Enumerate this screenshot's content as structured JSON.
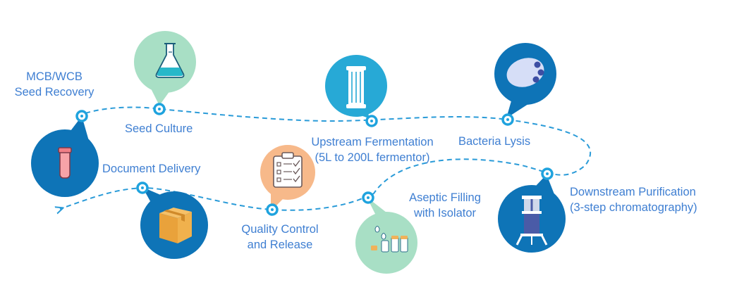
{
  "colors": {
    "path": "#2a9bd8",
    "label": "#3f7fd2",
    "blue_dark": "#0e74b7",
    "blue_mid": "#27a9d6",
    "blue_light": "#4fc3e4",
    "mint": "#a8dfc5",
    "peach": "#f7b98a",
    "dot_ring": "#1fa3de"
  },
  "steps": [
    {
      "id": "mcb",
      "lines": [
        "MCB/WCB",
        "Seed Recovery"
      ],
      "icon": "test-tube-icon",
      "bubble_color": "blue_dark"
    },
    {
      "id": "seed",
      "lines": [
        "Seed Culture"
      ],
      "icon": "flask-icon",
      "bubble_color": "mint"
    },
    {
      "id": "upstream",
      "lines": [
        "Upstream Fermentation",
        "(5L to 200L fermentor)"
      ],
      "icon": "fermentor-icon",
      "bubble_color": "blue_mid"
    },
    {
      "id": "lysis",
      "lines": [
        "Bacteria Lysis"
      ],
      "icon": "bacteria-cell-icon",
      "bubble_color": "blue_dark"
    },
    {
      "id": "downstream",
      "lines": [
        "Downstream Purification",
        "(3-step chromatography)"
      ],
      "icon": "chromatography-column-icon",
      "bubble_color": "blue_dark"
    },
    {
      "id": "aseptic",
      "lines": [
        "Aseptic Filling",
        "with Isolator"
      ],
      "icon": "vials-icon",
      "bubble_color": "mint"
    },
    {
      "id": "qc",
      "lines": [
        "Quality Control",
        "and Release"
      ],
      "icon": "checklist-icon",
      "bubble_color": "peach"
    },
    {
      "id": "delivery",
      "lines": [
        "Document Delivery"
      ],
      "icon": "package-box-icon",
      "bubble_color": "blue_dark"
    }
  ]
}
